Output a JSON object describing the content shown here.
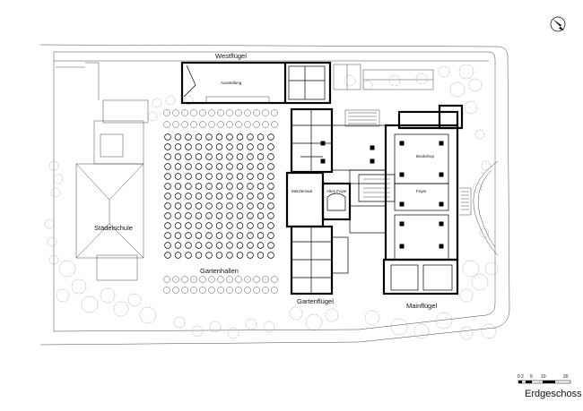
{
  "labels": {
    "westfluegel": "Westflügel",
    "ausstellung": "Ausstellung",
    "gartenhallen": "Gartenhallen",
    "staedelschule": "Städelschule",
    "gartenfluegel": "Gartenflügel",
    "mainfluegel": "Mainflügel",
    "metzlersaal": "Metzlersaal",
    "altes_foyer": "Altes Foyer",
    "bookshop": "Bookshop",
    "foyer": "Foyer"
  },
  "scale_bar": {
    "ticks": [
      "0",
      "2",
      "5",
      "10",
      "20"
    ]
  },
  "caption": "Erdgeschoss",
  "north_arrow": "north-arrow-icon"
}
